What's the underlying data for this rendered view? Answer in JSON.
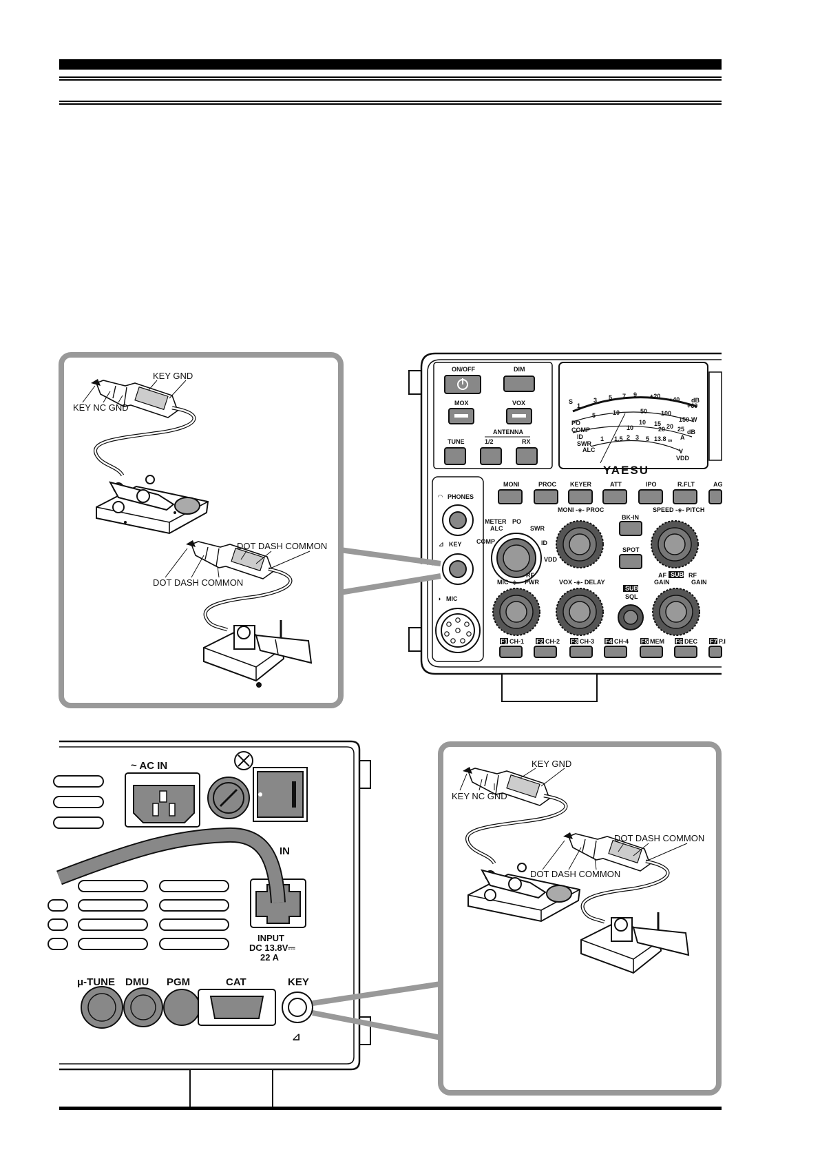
{
  "straight_key_callout": {
    "plug_top": "KEY   GND",
    "plug_bottom": "KEY  NC  GND"
  },
  "paddle_callout": {
    "plug_top": "DOT  DASH  COMMON",
    "plug_bottom": "DOT  DASH  COMMON"
  },
  "front_panel": {
    "buttons_top": [
      "ON/OFF",
      "DIM",
      "MOX",
      "VOX",
      "TUNE",
      "1/2",
      "RX"
    ],
    "antenna_label": "ANTENNA",
    "brand": "YAESU",
    "meter": {
      "s_scale": [
        "S",
        "1",
        "3",
        "5",
        "7",
        "9",
        "+20",
        "+40",
        "+60",
        "dB"
      ],
      "po_scale": [
        "5",
        "10",
        "50",
        "100",
        "150",
        "W"
      ],
      "comp_scale": [
        "10",
        "15",
        "20",
        "25",
        "dB"
      ],
      "id_scale": [
        "10",
        "20",
        "A"
      ],
      "swr_scale": [
        "1",
        "1.5",
        "2",
        "3",
        "5",
        "13.8",
        "∞"
      ],
      "left_labels": [
        "PO",
        "COMP",
        "ID",
        "SWR",
        "ALC"
      ],
      "vdd": "VDD",
      "v": "V"
    },
    "func_buttons": [
      "MONI",
      "PROC",
      "KEYER",
      "ATT",
      "IPO",
      "R.FLT",
      "AG"
    ],
    "phones": "PHONES",
    "key": "KEY",
    "mic": "MIC",
    "meter_knob": {
      "title": "METER",
      "opts": [
        "ALC",
        "PO",
        "SWR",
        "COMP",
        "ID",
        "VDD"
      ]
    },
    "moni_proc": "MONI -◈- PROC",
    "bk_in": "BK-IN",
    "spot": "SPOT",
    "speed_pitch": "SPEED -◈- PITCH",
    "mic_pwr": {
      "left": "MIC -◈-",
      "rf": "RF",
      "pwr": "PWR"
    },
    "vox_delay": "VOX -◈- DELAY",
    "sub_sql": {
      "sub": "SUB",
      "sql": "SQL"
    },
    "af_rf_gain": {
      "af": "AF",
      "sub": "SUB",
      "rf": "RF",
      "gain_l": "GAIN",
      "gain_r": "GAIN"
    },
    "ch_buttons": [
      {
        "f": "F1",
        "t": "CH-1"
      },
      {
        "f": "F2",
        "t": "CH-2"
      },
      {
        "f": "F3",
        "t": "CH-3"
      },
      {
        "f": "F4",
        "t": "CH-4"
      },
      {
        "f": "F5",
        "t": "MEM"
      },
      {
        "f": "F6",
        "t": "DEC"
      },
      {
        "f": "F7",
        "t": "P.I"
      }
    ]
  },
  "rear_panel": {
    "ac_in": "~ AC IN",
    "dc_in": "IN",
    "input": "INPUT",
    "dc_spec": "DC 13.8V⎓",
    "amps": "22 A",
    "jacks": [
      "μ-TUNE",
      "DMU",
      "PGM",
      "CAT",
      "KEY"
    ]
  }
}
